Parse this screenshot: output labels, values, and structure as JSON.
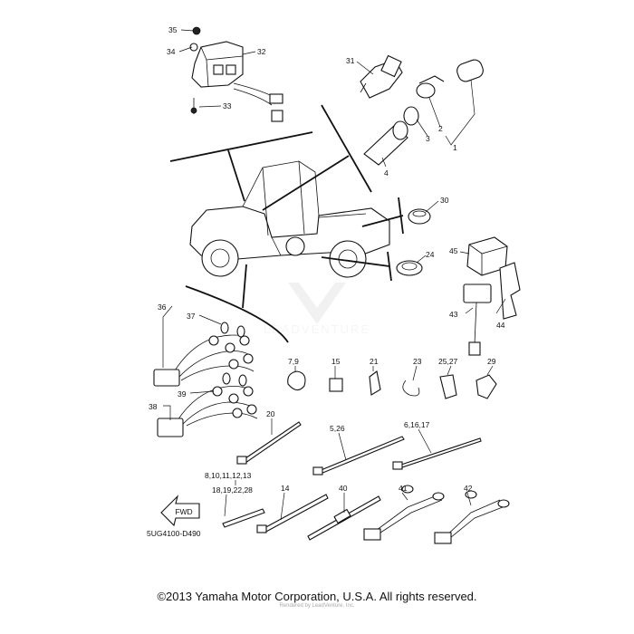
{
  "diagram": {
    "part_labels": {
      "p35": "35",
      "p34": "34",
      "p32": "32",
      "p33": "33",
      "p31": "31",
      "p2": "2",
      "p3": "3",
      "p1": "1",
      "p4": "4",
      "p30": "30",
      "p24": "24",
      "p45": "45",
      "p43": "43",
      "p44": "44",
      "p36": "36",
      "p37": "37",
      "p38": "38",
      "p39": "39",
      "p7_9": "7,9",
      "p15": "15",
      "p21": "21",
      "p23": "23",
      "p25_27": "25,27",
      "p29": "29",
      "p20": "20",
      "p5_26": "5,26",
      "p6_16_17": "6,16,17",
      "p8_13": "8,10,11,12,13",
      "p18_28": "18,19,22,28",
      "p14": "14",
      "p40": "40",
      "p41": "41",
      "p42": "42"
    },
    "fwd_label": "FWD",
    "drawing_code": "5UG4100-D490",
    "watermark": "LEADVENTURE",
    "footer_text": "©2013 Yamaha Motor Corporation, U.S.A. All rights reserved.",
    "credit_text": "Rendered by LeadVenture, Inc."
  }
}
